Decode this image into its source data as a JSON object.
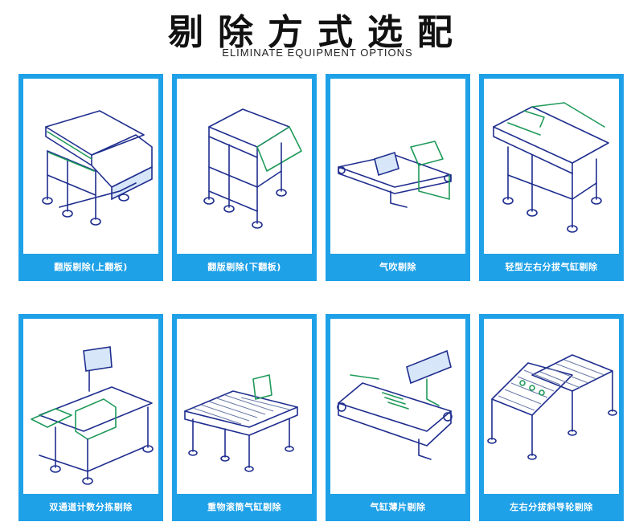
{
  "header": {
    "title": "剔除方式选配",
    "subtitle": "ELIMINATE EQUIPMENT OPTIONS"
  },
  "colors": {
    "card_frame": "#1fa1e8",
    "line_main": "#1f2e8f",
    "line_accent": "#1f9a5a"
  },
  "cards": [
    {
      "label": "翻版剔除(上翻板)",
      "icon": "flip-up-rejector-icon"
    },
    {
      "label": "翻版剔除(下翻板)",
      "icon": "flip-down-rejector-icon"
    },
    {
      "label": "气吹剔除",
      "icon": "air-blow-rejector-icon"
    },
    {
      "label": "轻型左右分拔气缸剔除",
      "icon": "light-pusher-rejector-icon"
    },
    {
      "label": "双通道计数分拣剔除",
      "icon": "dual-channel-sorter-icon"
    },
    {
      "label": "重物滚筒气缸剔除",
      "icon": "roller-pusher-rejector-icon"
    },
    {
      "label": "气缸薄片剔除",
      "icon": "cylinder-blade-rejector-icon"
    },
    {
      "label": "左右分拔斜导轮剔除",
      "icon": "diverter-wheel-rejector-icon"
    }
  ]
}
